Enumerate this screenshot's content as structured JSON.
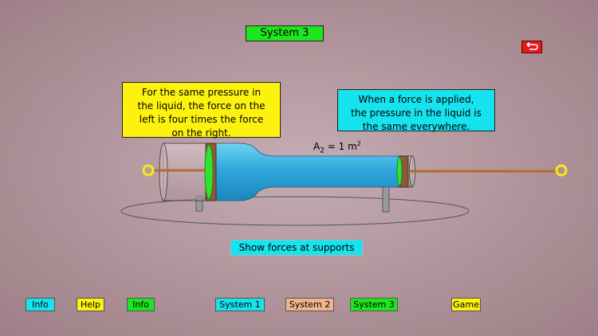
{
  "title": "System 3",
  "notes": {
    "left": "For the same pressure in\nthe liquid, the force on the\nleft is four times the force\non the right.",
    "right": "When a force is applied,\nthe pressure in the liquid is\nthe same everywhere."
  },
  "area_label": {
    "symbol": "A",
    "subscript": "2",
    "equals": " = 1 m",
    "superscript": "2"
  },
  "forces_button": "Show forces at supports",
  "nav": {
    "info1": "Info",
    "help": "Help",
    "info2": "Info",
    "system1": "System 1",
    "system2": "System 2",
    "system3": "System 3",
    "game": "Game"
  },
  "colors": {
    "liquid": "#2fa8dc",
    "piston_face": "#2fe32f",
    "rod": "#b46a32",
    "ring": "#f7ea14",
    "back_button": "#e41b1b"
  }
}
